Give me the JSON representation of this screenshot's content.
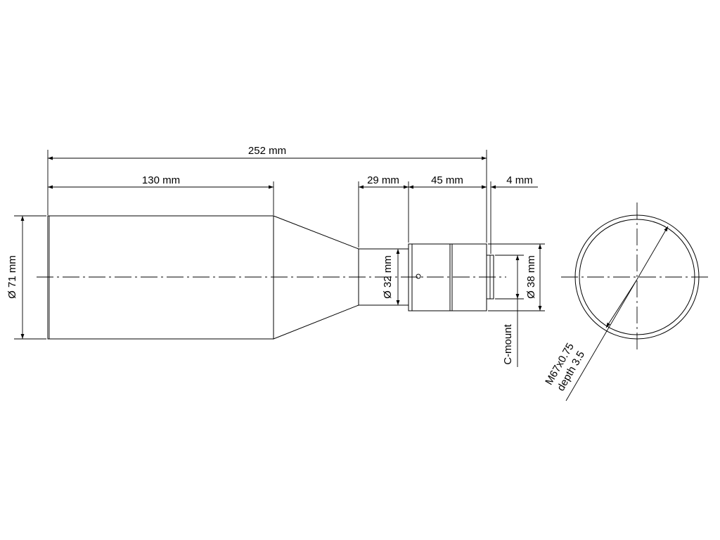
{
  "dimensions": {
    "overall_length": "252 mm",
    "front_length": "130 mm",
    "neck_length": "29 mm",
    "body_length": "45 mm",
    "mount_length": "4 mm",
    "front_diameter": "Ø 71 mm",
    "neck_diameter": "Ø 32 mm",
    "body_diameter": "Ø 38 mm"
  },
  "labels": {
    "mount": "C-mount",
    "thread_line1": "M67x0.75",
    "thread_line2": "depth 3.5"
  }
}
